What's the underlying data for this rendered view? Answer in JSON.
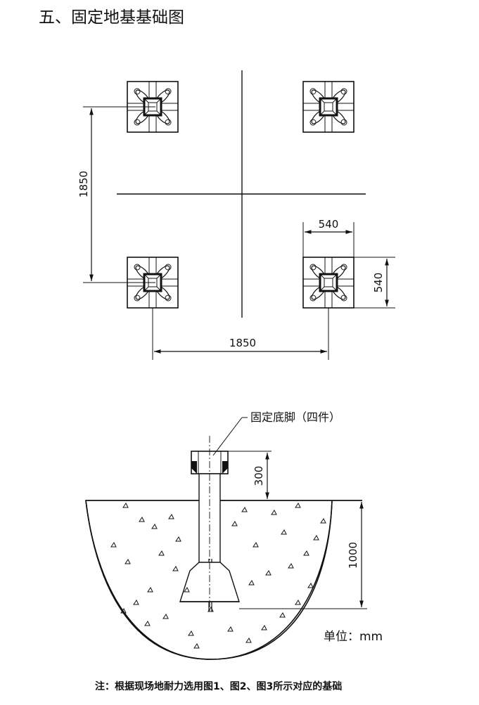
{
  "title": "五、固定地基基础图",
  "plan": {
    "dim_spacing_vertical": "1850",
    "dim_spacing_horizontal": "1850",
    "dim_pad_width": "540",
    "dim_pad_height": "540"
  },
  "section": {
    "callout": "固定底脚（四件）",
    "dim_post_height": "300",
    "dim_depth": "1000",
    "unit_label": "单位：mm"
  },
  "note": "注：根据现场地耐力选用图1、图2、图3所示对应的基础"
}
